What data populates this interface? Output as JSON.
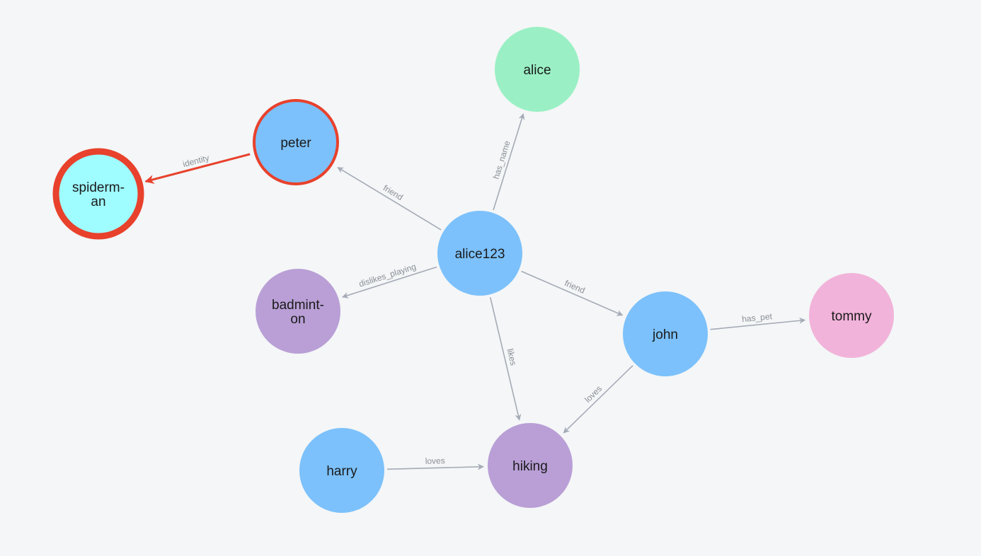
{
  "colors": {
    "background": "#f4f6f7",
    "edge": "#a5abb6",
    "highlight": "#e8412c",
    "person": "#7cc1fb",
    "name": "#9af0c4",
    "activity": "#b99fd6",
    "pet": "#f2b3da",
    "alias": "#9ffcff"
  },
  "nodes": [
    {
      "id": "alice123",
      "lines": [
        "alice123"
      ],
      "kind": "person"
    },
    {
      "id": "alice",
      "lines": [
        "alice"
      ],
      "kind": "name"
    },
    {
      "id": "peter",
      "lines": [
        "peter"
      ],
      "kind": "person",
      "highlight": true
    },
    {
      "id": "spiderman",
      "lines": [
        "spiderm-",
        "an"
      ],
      "kind": "alias",
      "highlight": true
    },
    {
      "id": "badminton",
      "lines": [
        "badmint-",
        "on"
      ],
      "kind": "activity"
    },
    {
      "id": "john",
      "lines": [
        "john"
      ],
      "kind": "person"
    },
    {
      "id": "tommy",
      "lines": [
        "tommy"
      ],
      "kind": "pet"
    },
    {
      "id": "hiking",
      "lines": [
        "hiking"
      ],
      "kind": "activity"
    },
    {
      "id": "harry",
      "lines": [
        "harry"
      ],
      "kind": "person"
    }
  ],
  "edges": [
    {
      "id": "alice123-has_name-alice",
      "source": "alice123",
      "target": "alice",
      "label": "has_name"
    },
    {
      "id": "alice123-friend-peter",
      "source": "alice123",
      "target": "peter",
      "label": "friend"
    },
    {
      "id": "peter-identity-spiderman",
      "source": "peter",
      "target": "spiderman",
      "label": "identity",
      "highlight": true
    },
    {
      "id": "alice123-dislikes_playing-badminton",
      "source": "alice123",
      "target": "badminton",
      "label": "dislikes_playing"
    },
    {
      "id": "alice123-friend-john",
      "source": "alice123",
      "target": "john",
      "label": "friend"
    },
    {
      "id": "alice123-likes-hiking",
      "source": "alice123",
      "target": "hiking",
      "label": "likes"
    },
    {
      "id": "john-has_pet-tommy",
      "source": "john",
      "target": "tommy",
      "label": "has_pet"
    },
    {
      "id": "john-loves-hiking",
      "source": "john",
      "target": "hiking",
      "label": "loves"
    },
    {
      "id": "harry-loves-hiking",
      "source": "harry",
      "target": "hiking",
      "label": "loves"
    }
  ]
}
